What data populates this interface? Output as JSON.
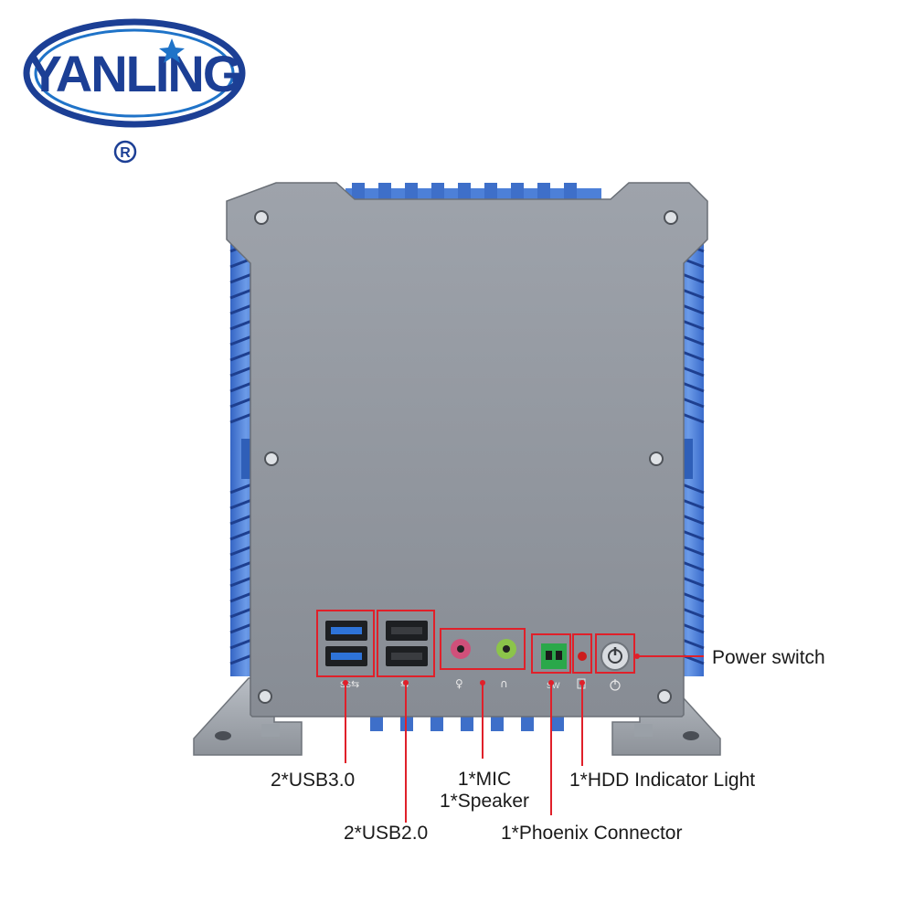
{
  "brand": {
    "name": "YANLING",
    "registered_mark": "®",
    "primary_color": "#1c3f95",
    "accent_color": "#1f73c8"
  },
  "device": {
    "body_color": "#8e939b",
    "fin_color": "#4a7fd6",
    "highlight_color": "#e0202a"
  },
  "callouts": {
    "power_switch": "Power switch",
    "usb3": "2*USB3.0",
    "usb2": "2*USB2.0",
    "mic_line1": "1*MIC",
    "mic_line2": "1*Speaker",
    "hdd_light": "1*HDD Indicator Light",
    "phoenix": "1*Phoenix Connector"
  }
}
